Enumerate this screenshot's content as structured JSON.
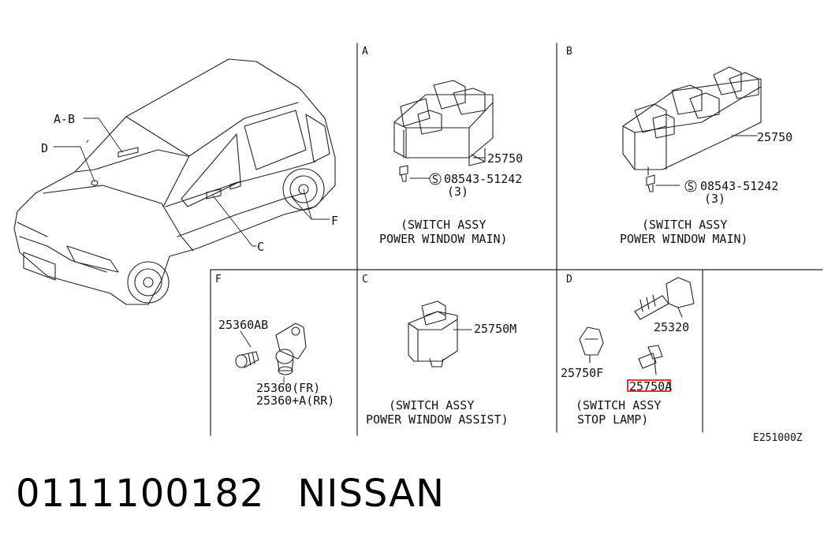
{
  "car_callouts": {
    "ab": "A-B",
    "d": "D",
    "c": "C",
    "f": "F"
  },
  "panel_a": {
    "letter": "A",
    "part": "25750",
    "screw": "08543-51242",
    "qty": "(3)",
    "caption": [
      "(SWITCH ASSY",
      "POWER WINDOW MAIN)"
    ]
  },
  "panel_b": {
    "letter": "B",
    "part": "25750",
    "screw": "08543-51242",
    "qty": "(3)",
    "caption": [
      "(SWITCH ASSY",
      "POWER WINDOW MAIN)"
    ]
  },
  "panel_f": {
    "letter": "F",
    "bolt": "25360AB",
    "grommet": [
      "25360(FR)",
      "25360+A(RR)"
    ]
  },
  "panel_c": {
    "letter": "C",
    "part": "25750M",
    "caption": [
      "(SWITCH ASSY",
      "POWER WINDOW ASSIST)"
    ]
  },
  "panel_d": {
    "letter": "D",
    "sensor": "25320",
    "clip": "25750F",
    "bolt": "25750A",
    "caption": [
      "(SWITCH ASSY",
      "STOP LAMP)"
    ]
  },
  "drawing_code": "E251000Z",
  "footer": {
    "part_number": "0111100182",
    "brand": "NISSAN"
  },
  "colors": {
    "highlight": "#e60000",
    "line": "#222222"
  }
}
